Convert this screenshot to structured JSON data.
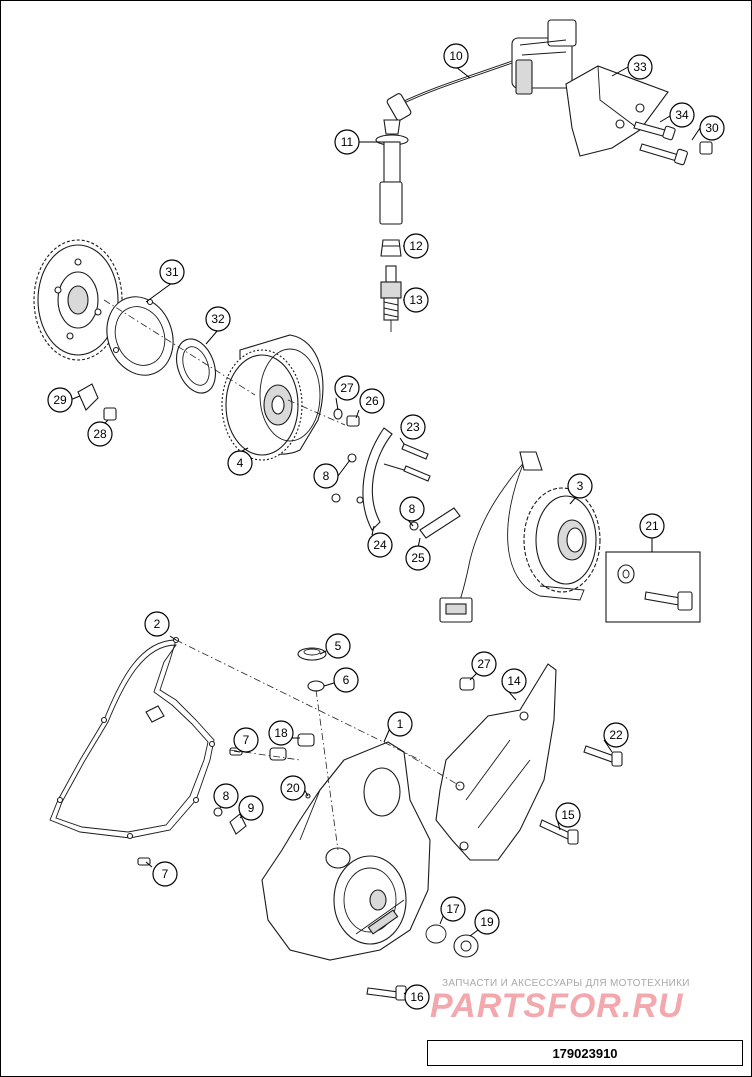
{
  "diagram": {
    "callouts": [
      "1",
      "2",
      "3",
      "4",
      "5",
      "6",
      "7",
      "7",
      "8",
      "8",
      "8",
      "9",
      "10",
      "11",
      "12",
      "13",
      "14",
      "15",
      "16",
      "17",
      "18",
      "19",
      "20",
      "21",
      "22",
      "23",
      "24",
      "25",
      "26",
      "27",
      "27",
      "28",
      "29",
      "30",
      "31",
      "32",
      "33",
      "34"
    ]
  },
  "watermark": {
    "caption": "ЗАПЧАСТИ И АКСЕССУАРЫ ДЛЯ МОТОТЕХНИКИ",
    "brand": "PARTSFOR.RU"
  },
  "document": {
    "number": "179023910"
  }
}
